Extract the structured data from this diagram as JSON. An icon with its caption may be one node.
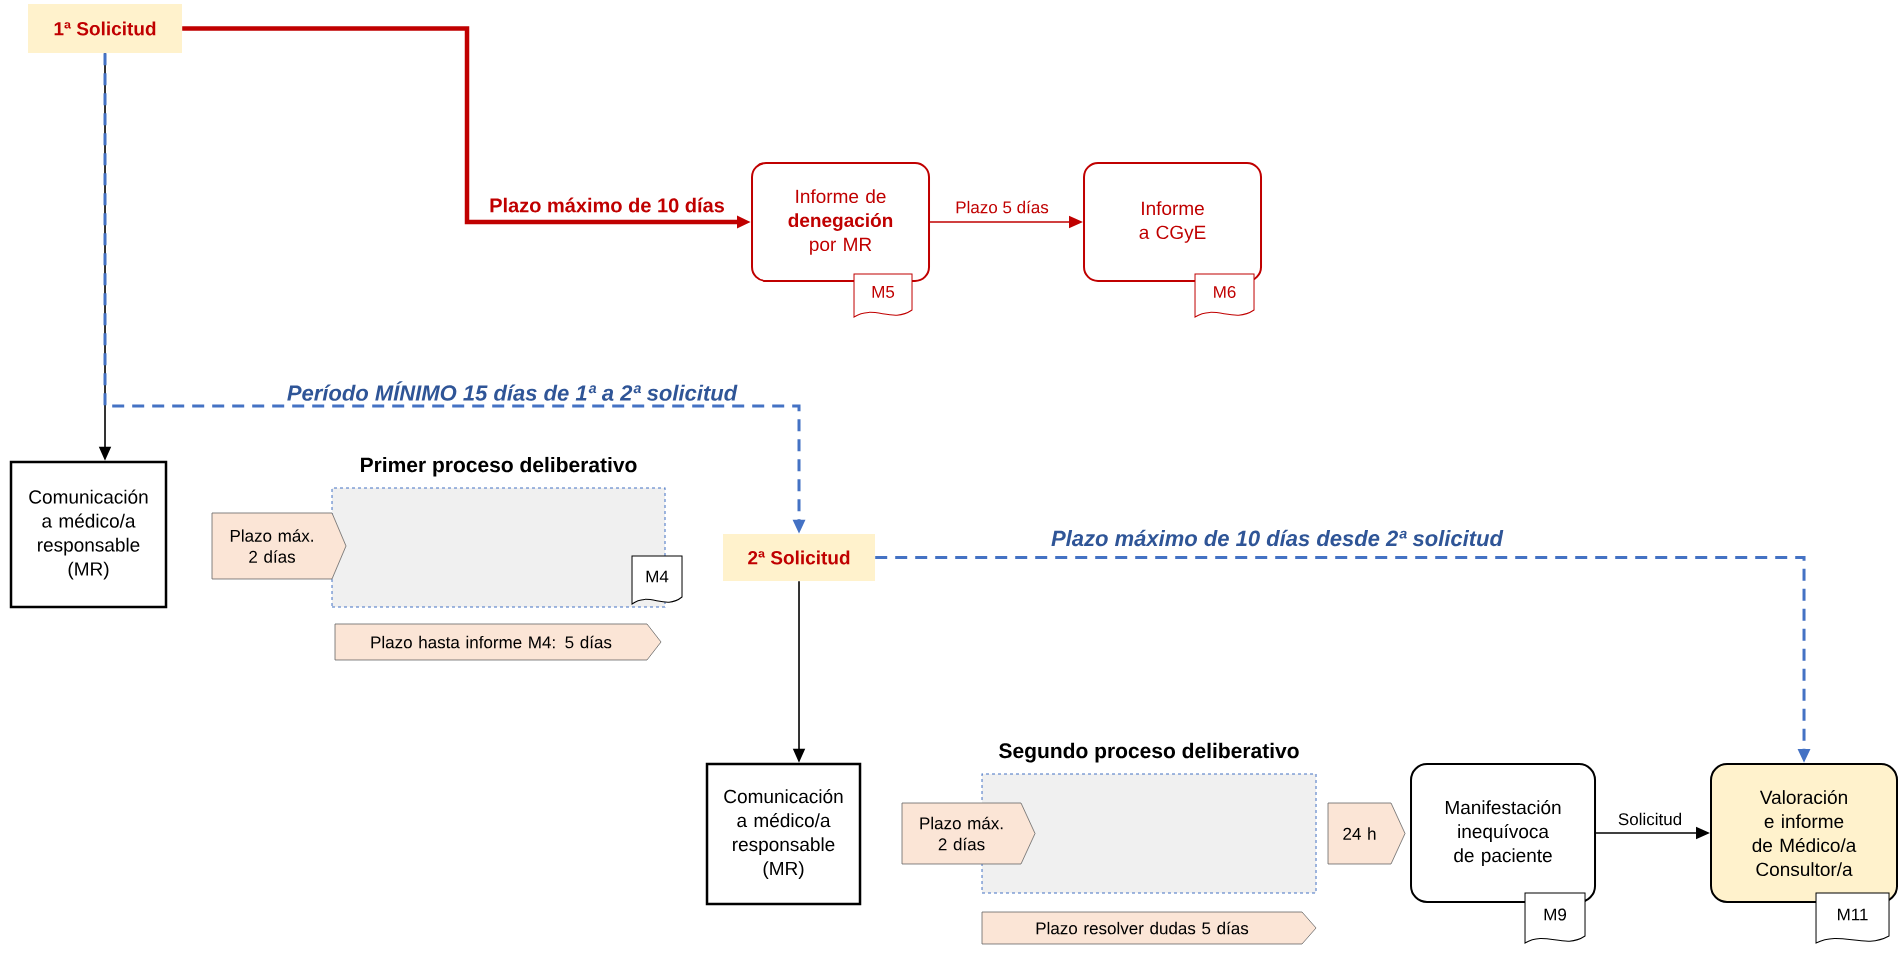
{
  "diagram": {
    "nodes": [
      {
        "text": [
          "1ª Solicitud"
        ]
      },
      {
        "text": [
          "Informe de **denegación** por MR"
        ]
      },
      {
        "text": [
          "Informe a CGyE"
        ]
      },
      {
        "text": [
          "M5"
        ]
      },
      {
        "text": [
          "M6"
        ]
      },
      {
        "text": [
          "Comunicación a médico/a responsable (MR)"
        ]
      },
      {
        "text": [
          "Primer proceso deliberativo"
        ]
      },
      {
        "text": [
          "Plazo máx. 2 días"
        ]
      },
      {
        "text": [
          "M4"
        ]
      },
      {
        "text": [
          "Plazo hasta informe M4: 5 días"
        ]
      },
      {
        "text": [
          "2ª Solicitud"
        ]
      },
      {
        "text": [
          "Comunicación a médico/a responsable (MR)"
        ]
      },
      {
        "text": [
          "Segundo proceso deliberativo"
        ]
      },
      {
        "text": [
          "Plazo máx. 2 días"
        ]
      },
      {
        "text": [
          "Plazo resolver dudas 5 días"
        ]
      },
      {
        "text": [
          "24 h"
        ]
      },
      {
        "text": [
          "Manifestación inequívoca de paciente"
        ]
      },
      {
        "text": [
          "M9"
        ]
      },
      {
        "text": [
          "Valoración e informe de Médico/a Consultor/a"
        ]
      },
      {
        "text": [
          "M11"
        ]
      }
    ],
    "edges": [
      {
        "from": 0,
        "to": 1,
        "arrow": "to",
        "label": "Plazo máximo de 10 días",
        "style": "thick",
        "color": "#c00000"
      },
      {
        "from": 1,
        "to": 2,
        "arrow": "to",
        "label": "Plazo 5 días",
        "color": "#c00000"
      },
      {
        "from": 0,
        "to": 5,
        "arrow": "to"
      },
      {
        "from": 0,
        "to": 10,
        "arrow": "to",
        "label": "Período MÍNIMO 15 días de 1ª a 2ª solicitud",
        "style": "dashed",
        "color": "#4472c4"
      },
      {
        "from": 10,
        "to": 11,
        "arrow": "to"
      },
      {
        "from": 10,
        "to": 18,
        "arrow": "to",
        "label": "Plazo máximo de 10 días desde 2ª solicitud",
        "style": "dashed",
        "color": "#4472c4"
      },
      {
        "from": 16,
        "to": 18,
        "arrow": "to",
        "label": "Solicitud"
      }
    ]
  }
}
